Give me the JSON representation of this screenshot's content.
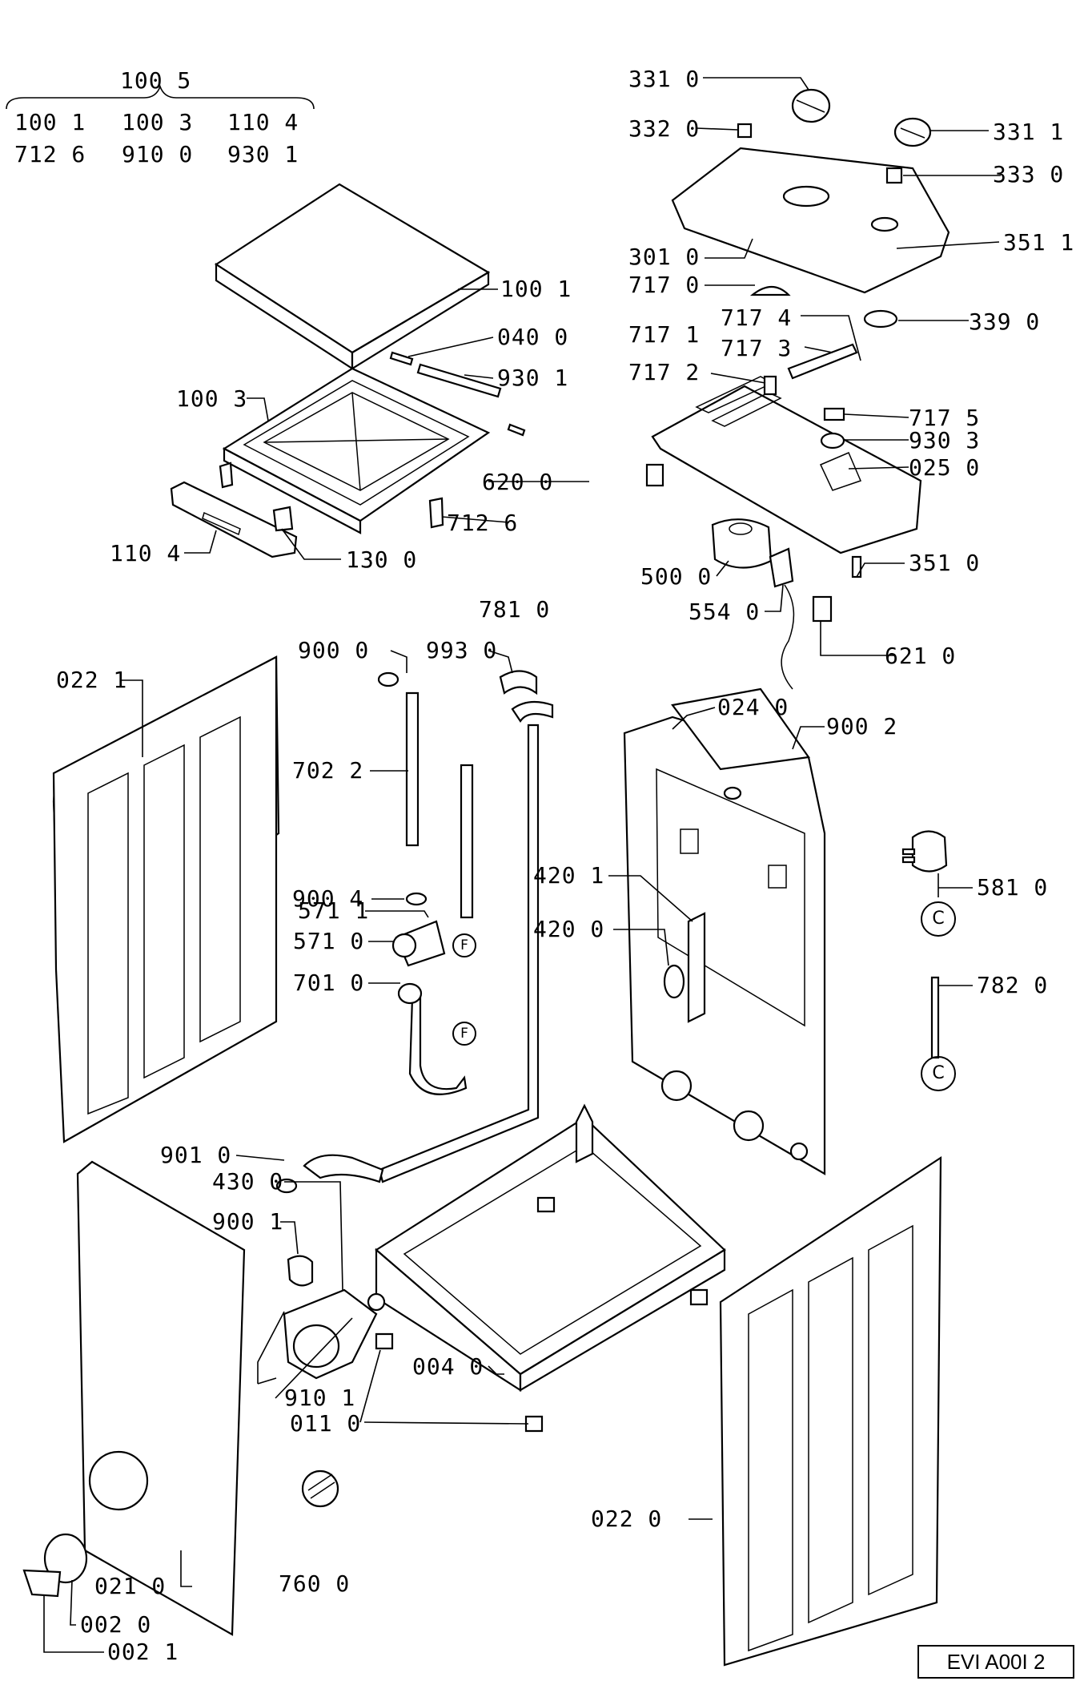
{
  "diagram": {
    "group": {
      "top": "100 5",
      "row1": [
        "100 1",
        "100 3",
        "110 4"
      ],
      "row2": [
        "712 6",
        "910 0",
        "930 1"
      ]
    },
    "callouts": {
      "p3310": "331 0",
      "p3320": "332 0",
      "p3311": "331 1",
      "p3330": "333 0",
      "p3011": "301 0",
      "p3511": "351 1",
      "p7170": "717 0",
      "p7171": "717 1",
      "p7174": "717 4",
      "p7173": "717 3",
      "p3390": "339 0",
      "p7172": "717 2",
      "p7175": "717 5",
      "p9303": "930 3",
      "p0250": "025 0",
      "p3510": "351 0",
      "p5000": "500 0",
      "p5540": "554 0",
      "p6210": "621 0",
      "p1001": "100 1",
      "p0400": "040 0",
      "p9301": "930 1",
      "p1003": "100 3",
      "p6200": "620 0",
      "p7126": "712 6",
      "p1104": "110 4",
      "p1300": "130 0",
      "p7810": "781 0",
      "p9000": "900 0",
      "p9930": "993 0",
      "p0221": "022 1",
      "p7022": "702 2",
      "p9004": "900 4",
      "p5711": "571 1",
      "p5710": "571 0",
      "p7010": "701 0",
      "p4201": "420 1",
      "p4200": "420 0",
      "p0240": "024 0",
      "p9002": "900 2",
      "p5810": "581 0",
      "p7820": "782 0",
      "p9010": "901 0",
      "p4300": "430 0",
      "p9001": "900 1",
      "p9101": "910 1",
      "p0110": "011 0",
      "p0040": "004 0",
      "p7600": "760 0",
      "p0220": "022 0",
      "p0210": "021 0",
      "p0020": "002 0",
      "p0021": "002 1"
    },
    "connector_marks": {
      "F": "F",
      "C": "C"
    },
    "code": "EVI A00I 2"
  }
}
